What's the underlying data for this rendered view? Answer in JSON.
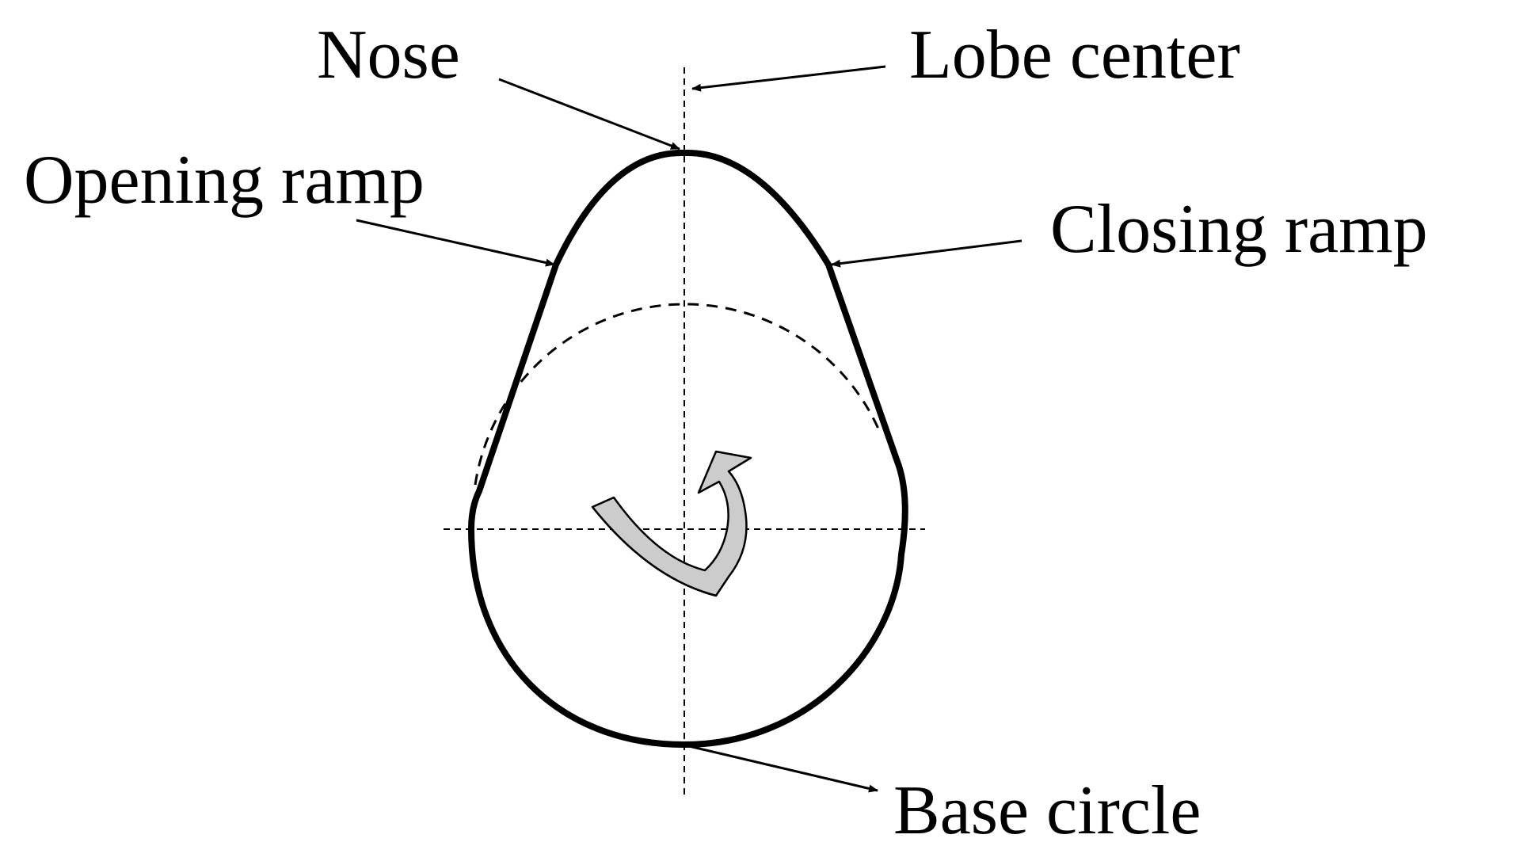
{
  "diagram": {
    "labels": {
      "nose": "Nose",
      "lobe_center": "Lobe center",
      "opening_ramp": "Opening ramp",
      "closing_ramp": "Closing ramp",
      "base_circle": "Base circle"
    },
    "colors": {
      "line": "#000000",
      "rotation_arrow_fill": "#cccccc",
      "background": "#ffffff"
    },
    "icons": {
      "rotation": "curved-rotation-arrow-icon"
    }
  }
}
